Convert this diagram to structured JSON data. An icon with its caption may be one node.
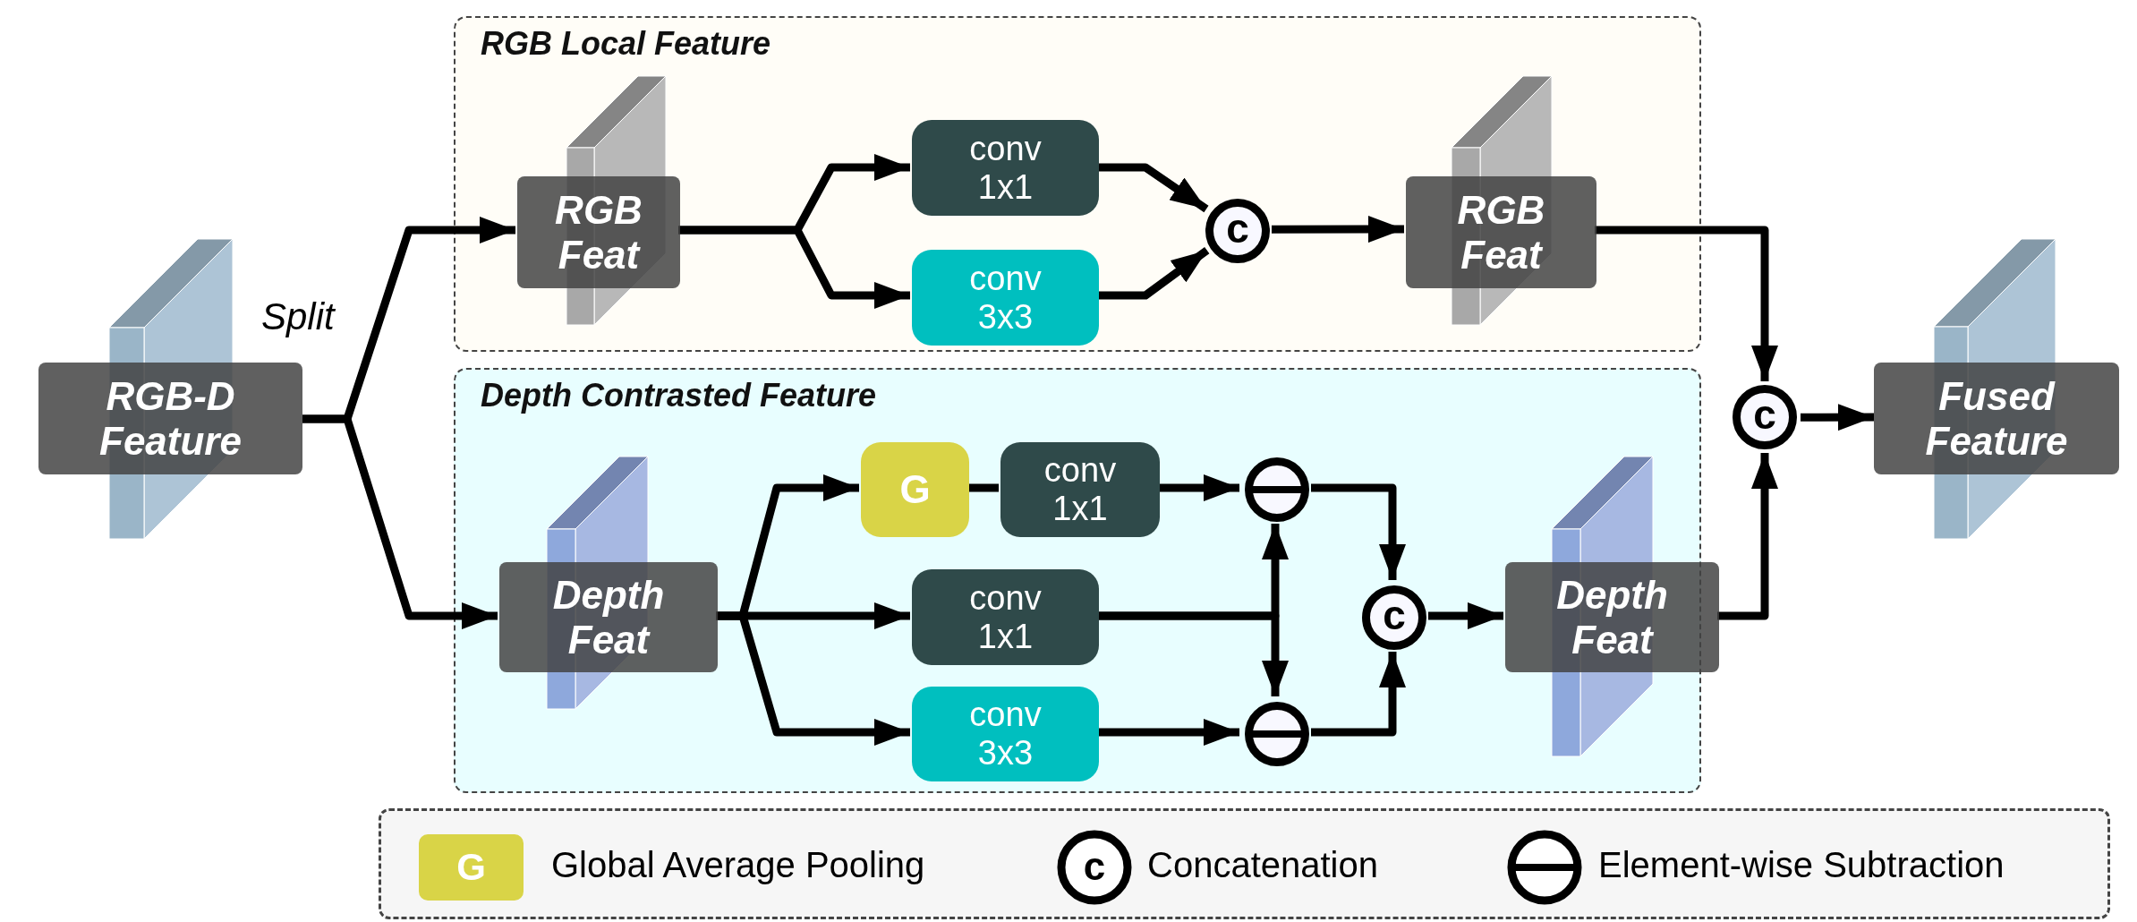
{
  "diagram": {
    "nodes": [
      {
        "text": [
          "RGB Local Feature"
        ]
      },
      {
        "text": [
          "Depth Contrasted Feature"
        ]
      },
      {
        "text": [
          "RGB-D Feature"
        ]
      },
      {
        "text": [
          "RGB Feat"
        ],
        "in": 0
      },
      {
        "text": [
          "conv 1x1"
        ],
        "in": 0
      },
      {
        "text": [
          "conv 3x3"
        ],
        "in": 0
      },
      {
        "text": [
          "c"
        ],
        "in": 0
      },
      {
        "text": [
          "RGB Feat"
        ],
        "in": 0
      },
      {
        "text": [
          "Depth Feat"
        ],
        "in": 1
      },
      {
        "text": [
          "G"
        ],
        "in": 1
      },
      {
        "text": [
          "conv 1x1"
        ],
        "in": 1
      },
      {
        "text": [],
        "shape": "circle",
        "in": 1
      },
      {
        "text": [
          "conv 1x1"
        ],
        "in": 1
      },
      {
        "text": [
          "conv 3x3"
        ],
        "in": 1
      },
      {
        "text": [],
        "shape": "circle",
        "in": 1
      },
      {
        "text": [
          "c"
        ],
        "in": 1
      },
      {
        "text": [
          "Depth Feat"
        ],
        "in": 1
      },
      {
        "text": [
          "c"
        ]
      },
      {
        "text": [
          "Fused Feature"
        ]
      }
    ],
    "edges": [
      {
        "from": 2,
        "to": 3,
        "arrow": "to"
      },
      {
        "from": 2,
        "to": 8,
        "arrow": "to"
      },
      {
        "from": 3,
        "to": 4,
        "arrow": "to"
      },
      {
        "from": 3,
        "to": 5,
        "arrow": "to"
      },
      {
        "from": 4,
        "to": 6,
        "arrow": "to"
      },
      {
        "from": 5,
        "to": 6,
        "arrow": "to"
      },
      {
        "from": 6,
        "to": 7,
        "arrow": "to"
      },
      {
        "from": 8,
        "to": 9,
        "arrow": "to"
      },
      {
        "from": 8,
        "to": 12,
        "arrow": "to"
      },
      {
        "from": 8,
        "to": 13,
        "arrow": "to"
      },
      {
        "from": 9,
        "to": 10,
        "arrow": "none"
      },
      {
        "from": 10,
        "to": 11,
        "arrow": "to"
      },
      {
        "from": 12,
        "to": 11,
        "arrow": "to"
      },
      {
        "from": 12,
        "to": 14,
        "arrow": "to"
      },
      {
        "from": 13,
        "to": 14,
        "arrow": "to"
      },
      {
        "from": 11,
        "to": 15,
        "arrow": "to"
      },
      {
        "from": 14,
        "to": 15,
        "arrow": "to"
      },
      {
        "from": 15,
        "to": 16,
        "arrow": "to"
      },
      {
        "from": 7,
        "to": 17,
        "arrow": "to"
      },
      {
        "from": 16,
        "to": 17,
        "arrow": "to"
      },
      {
        "from": 17,
        "to": 18,
        "arrow": "to"
      }
    ],
    "labels": [
      "Split",
      "G",
      "c"
    ],
    "legend": [
      {
        "text": "Global Average Pooling",
        "color": "#d9d447"
      },
      {
        "text": "Concatenation"
      },
      {
        "text": "Element-wise Subtraction"
      }
    ]
  }
}
